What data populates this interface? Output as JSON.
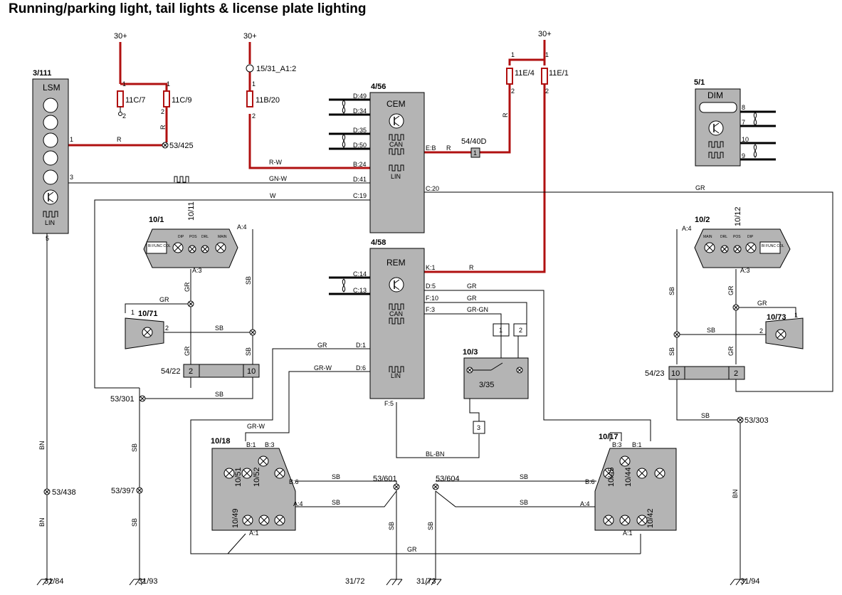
{
  "title": "Running/parking light, tail lights & license plate lighting",
  "colors": {
    "wire": "#000000",
    "power_wire": "#b01010",
    "component_fill": "#b4b4b4"
  },
  "icons": [
    "bulb-icon",
    "transistor-icon",
    "can-bus-icon",
    "lin-bus-icon",
    "ground-icon",
    "fuse-icon",
    "switch-icon",
    "twisted-pair-icon"
  ],
  "components": {
    "lsm": {
      "ref": "3/111",
      "name": "LSM",
      "pin1": "1",
      "pin3": "3",
      "pin5": "5",
      "lin": "LIN"
    },
    "cem": {
      "ref": "4/56",
      "name": "CEM",
      "can": "CAN",
      "lin": "LIN",
      "pins": {
        "d49": "D:49",
        "d34": "D:34",
        "d35": "D:35",
        "d50": "D:50",
        "eb": "E:B",
        "b24": "B:24",
        "d41": "D:41",
        "c19": "C:19",
        "c20": "C:20"
      }
    },
    "rem": {
      "ref": "4/58",
      "name": "REM",
      "can": "CAN",
      "lin": "LIN",
      "pins": {
        "c14": "C:14",
        "c13": "C:13",
        "k1": "K:1",
        "d5": "D:5",
        "f10": "F:10",
        "f3": "F:3",
        "d1": "D:1",
        "d6": "D:6",
        "f5": "F:5"
      }
    },
    "dim": {
      "ref": "5/1",
      "name": "DIM",
      "pins": [
        "8",
        "7",
        "10",
        "9"
      ]
    },
    "headlamp_left": {
      "ref": "10/1",
      "bulb_ref": "10/11",
      "pin_a4": "A:4",
      "pin_a3": "A:3",
      "labels": [
        "BI FUNC COL",
        "DIP",
        "POS",
        "DRL",
        "MAIN"
      ]
    },
    "headlamp_right": {
      "ref": "10/2",
      "bulb_ref": "10/12",
      "pin_a4": "A:4",
      "pin_a3": "A:3",
      "labels": [
        "MAIN",
        "DRL",
        "POS",
        "DIP",
        "BI FUNC COL"
      ]
    },
    "side_marker_left": {
      "ref": "10/71",
      "pin1": "1",
      "pin2": "2"
    },
    "side_marker_right": {
      "ref": "10/73",
      "pin1": "1",
      "pin2": "2"
    },
    "connector_left": {
      "ref": "54/22",
      "pin_a": "2",
      "pin_b": "10"
    },
    "connector_right": {
      "ref": "54/23",
      "pin_a": "10",
      "pin_b": "2"
    },
    "license_switch": {
      "ref": "10/3",
      "switch_ref": "3/35",
      "conn1": "1",
      "conn2": "2",
      "conn3": "3"
    },
    "taillamp_left": {
      "ref": "10/18",
      "bulbs": [
        "10/51",
        "10/52",
        "10/49"
      ],
      "pins": {
        "b1": "B:1",
        "b3": "B:3",
        "b6": "B:6",
        "a4": "A:4",
        "a1": "A:1"
      }
    },
    "taillamp_right": {
      "ref": "10/17",
      "bulbs": [
        "10/45",
        "10/44",
        "10/42"
      ],
      "pins": {
        "b3": "B:3",
        "b1": "B:1",
        "b6": "B:6",
        "a4": "A:4",
        "a1": "A:1"
      }
    },
    "relay_conn": {
      "ref": "54/40D",
      "pin": "1"
    }
  },
  "fuses": {
    "f11c7": {
      "ref": "11C/7",
      "p1": "1",
      "p2": "2"
    },
    "f11c9": {
      "ref": "11C/9",
      "p1": "1",
      "p2": "2"
    },
    "f11b20": {
      "ref": "11B/20",
      "p1": "1",
      "p2": "2"
    },
    "f11e4": {
      "ref": "11E/4",
      "p1": "1",
      "p2": "2"
    },
    "f11e1": {
      "ref": "11E/1",
      "p1": "1",
      "p2": "2"
    }
  },
  "power": {
    "p30a": "30+",
    "p30b": "30+",
    "p30c": "30+",
    "junction_15_31": "15/31_A1:2"
  },
  "splices": {
    "s53_425": "53/425",
    "s53_301": "53/301",
    "s53_438": "53/438",
    "s53_397": "53/397",
    "s53_601": "53/601",
    "s53_604": "53/604",
    "s53_303": "53/303"
  },
  "grounds": {
    "g31_84": "31/84",
    "g31_93": "31/93",
    "g31_72": "31/72",
    "g31_73": "31/73",
    "g31_94": "31/94"
  },
  "wire_colors": {
    "r": "R",
    "rw": "R-W",
    "gnw": "GN-W",
    "w": "W",
    "gr": "GR",
    "sb": "SB",
    "grgn": "GR-GN",
    "grw": "GR-W",
    "blbn": "BL-BN",
    "bn": "BN"
  }
}
